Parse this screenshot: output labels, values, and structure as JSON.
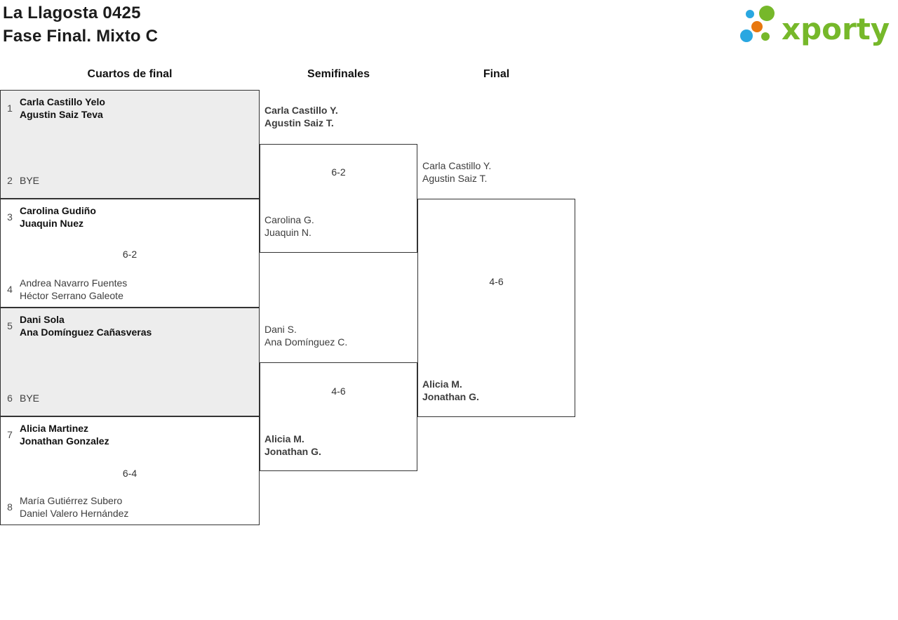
{
  "header": {
    "title_line1": "La Llagosta 0425",
    "title_line2": "Fase Final. Mixto C",
    "logo_text": "xporty"
  },
  "colors": {
    "logo_green": "#76b82a",
    "logo_blue": "#29a7e1",
    "logo_orange": "#e8770e",
    "bye_match_bg": "#ededed",
    "box_border": "#333333"
  },
  "rounds": {
    "quarterfinals_label": "Cuartos de final",
    "semifinals_label": "Semifinales",
    "final_label": "Final"
  },
  "bracket": {
    "quarterfinals": [
      {
        "top": {
          "seed": "1",
          "line1": "Carla Castillo Yelo",
          "line2": "Agustin Saiz Teva",
          "winner": true
        },
        "bottom": {
          "seed": "2",
          "line1": "BYE",
          "line2": "",
          "winner": false
        },
        "score": ""
      },
      {
        "top": {
          "seed": "3",
          "line1": "Carolina Gudiño",
          "line2": "Juaquin Nuez",
          "winner": true
        },
        "bottom": {
          "seed": "4",
          "line1": "Andrea Navarro Fuentes",
          "line2": "Héctor Serrano Galeote",
          "winner": false
        },
        "score": "6-2"
      },
      {
        "top": {
          "seed": "5",
          "line1": "Dani Sola",
          "line2": "Ana Domínguez Cañasveras",
          "winner": true
        },
        "bottom": {
          "seed": "6",
          "line1": "BYE",
          "line2": "",
          "winner": false
        },
        "score": ""
      },
      {
        "top": {
          "seed": "7",
          "line1": "Alicia Martinez",
          "line2": "Jonathan Gonzalez",
          "winner": true
        },
        "bottom": {
          "seed": "8",
          "line1": "María Gutiérrez Subero",
          "line2": "Daniel Valero Hernández",
          "winner": false
        },
        "score": "6-4"
      }
    ],
    "semifinals": [
      {
        "top": {
          "line1": "Carla Castillo Y.",
          "line2": "Agustin Saiz T.",
          "winner": true
        },
        "bottom": {
          "line1": "Carolina G.",
          "line2": "Juaquin N.",
          "winner": false
        },
        "score": "6-2"
      },
      {
        "top": {
          "line1": "Dani S.",
          "line2": "Ana Domínguez C.",
          "winner": false
        },
        "bottom": {
          "line1": "Alicia M.",
          "line2": "Jonathan G.",
          "winner": true
        },
        "score": "4-6"
      }
    ],
    "final": {
      "top": {
        "line1": "Carla Castillo Y.",
        "line2": "Agustin Saiz T.",
        "winner": false
      },
      "bottom": {
        "line1": "Alicia M.",
        "line2": "Jonathan G.",
        "winner": true
      },
      "score": "4-6"
    }
  }
}
